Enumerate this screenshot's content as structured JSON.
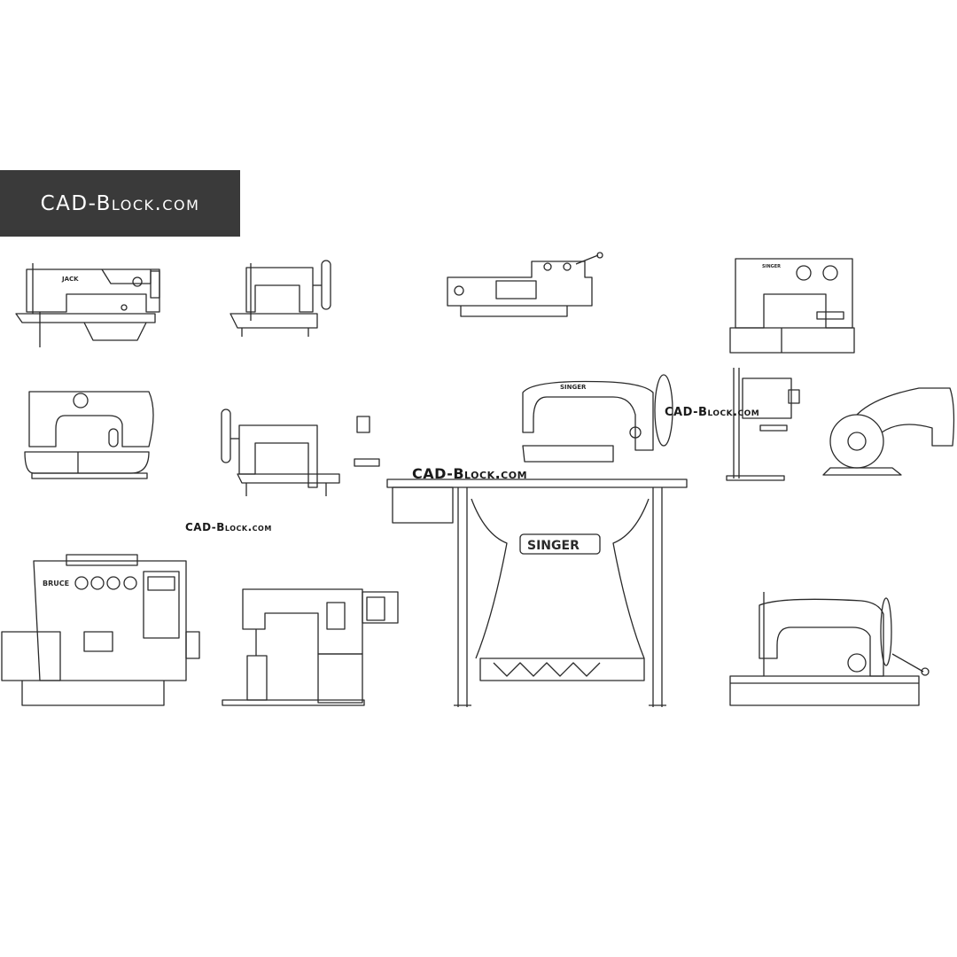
{
  "banner": {
    "label": "CAD-Block.com"
  },
  "watermarks": [
    "CAD-Block.com",
    "CAD-Block.com",
    "CAD-Block.com"
  ],
  "logos": {
    "jack": "JACK",
    "singer_domestic": "SINGER",
    "bruce": "BRUCE",
    "singer_treadle": "SINGER"
  },
  "colors": {
    "banner_bg": "#3a3a3a",
    "banner_text": "#ffffff",
    "line": "#2a2a2a",
    "background": "#ffffff"
  }
}
